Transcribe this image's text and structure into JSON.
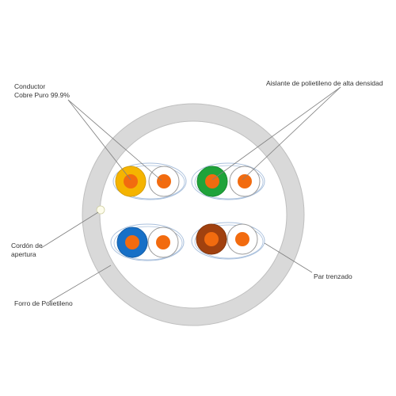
{
  "labels": {
    "conductor_line1": "Conductor",
    "conductor_line2": "Cobre Puro 99.9%",
    "aislante": "Aislante de polietileno de alta densidad",
    "cordon_line1": "Cordón de",
    "cordon_line2": "apertura",
    "par_trenzado": "Par trenzado",
    "forro": "Forro de Polietileno"
  },
  "colors": {
    "jacket": "#d9d9d9",
    "jacket_outline": "#bfbfbf",
    "core": "#ffffff",
    "conductor": "#f26b0f",
    "pair_ring": "#a8bfdc",
    "wire_outline": "#9a9a9a",
    "leader_line": "#7f7f7f",
    "ripcord": "#fdfcec"
  },
  "pairs": [
    {
      "name": "pair-top-left",
      "insulator": "#f5b400",
      "insulator_stroke": "#d69d00"
    },
    {
      "name": "pair-top-right",
      "insulator": "#1fa33a",
      "insulator_stroke": "#178a2f"
    },
    {
      "name": "pair-bottom-left",
      "insulator": "#1770c7",
      "insulator_stroke": "#125ea8"
    },
    {
      "name": "pair-bottom-right",
      "insulator": "#a1410f",
      "insulator_stroke": "#86360c"
    }
  ]
}
